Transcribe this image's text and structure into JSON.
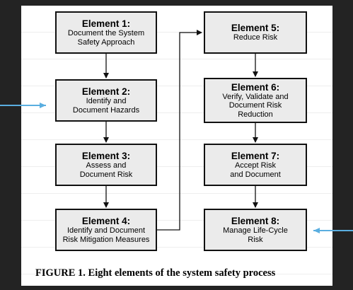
{
  "header_text": "",
  "elements": [
    {
      "title": "Element 1:",
      "desc": "Document the System\nSafety Approach"
    },
    {
      "title": "Element 2:",
      "desc": "Identify and\nDocument Hazards"
    },
    {
      "title": "Element 3:",
      "desc": "Assess and\nDocument Risk"
    },
    {
      "title": "Element 4:",
      "desc": "Identify and Document\nRisk Mitigation Measures"
    },
    {
      "title": "Element 5:",
      "desc": "Reduce Risk"
    },
    {
      "title": "Element 6:",
      "desc": "Verify, Validate and\nDocument Risk\nReduction"
    },
    {
      "title": "Element 7:",
      "desc": "Accept Risk\nand Document"
    },
    {
      "title": "Element 8:",
      "desc": "Manage Life-Cycle\nRisk"
    }
  ],
  "caption": "FIGURE 1.  Eight elements of the system safety process",
  "colors": {
    "background": "#232323",
    "box_fill": "#ebebeb",
    "pointer_arrow": "#5aaee0"
  }
}
